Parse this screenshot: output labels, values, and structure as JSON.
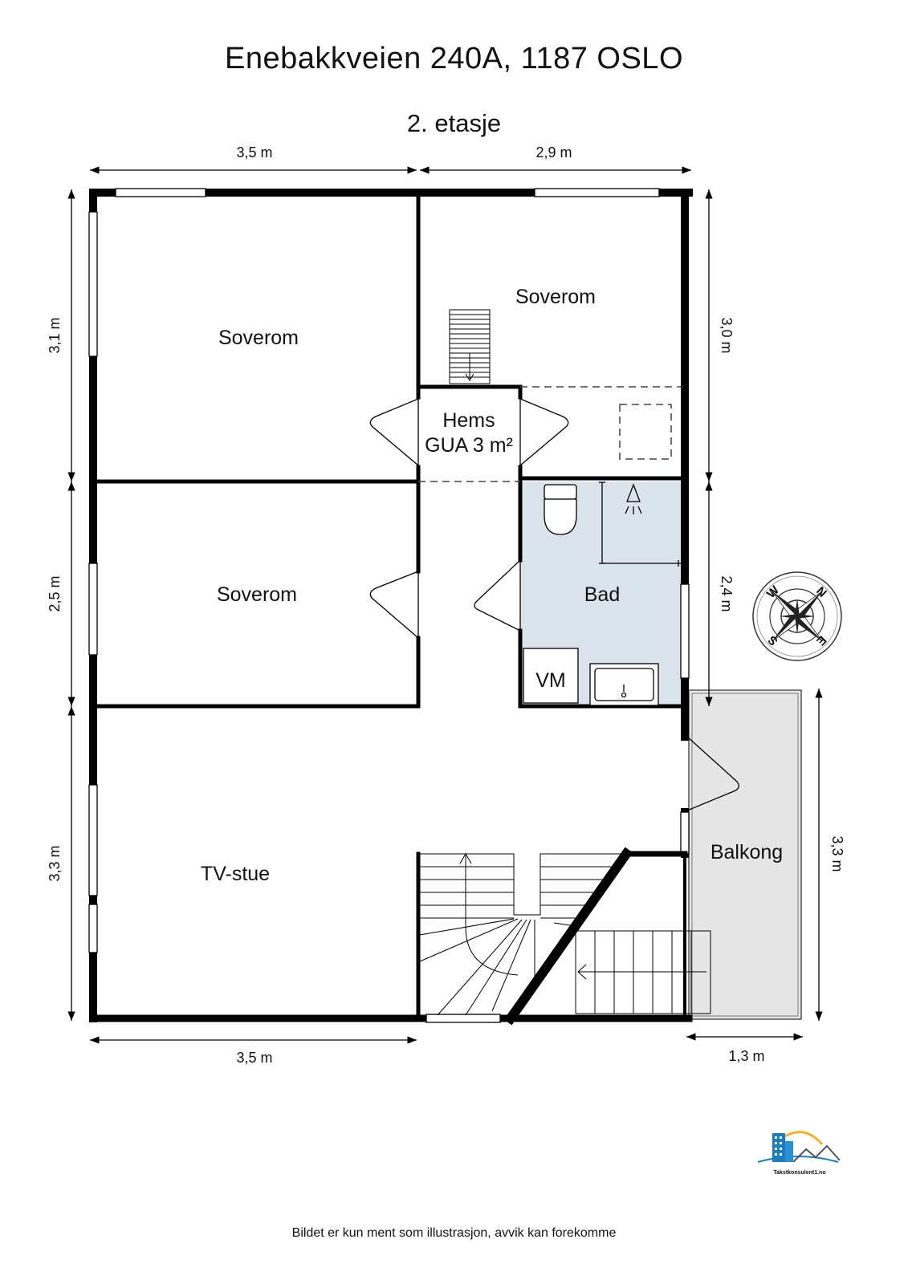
{
  "header": {
    "address": "Enebakkveien 240A, 1187 OSLO",
    "floor": "2. etasje"
  },
  "rooms": {
    "bedroom_top_left": "Soverom",
    "bedroom_top_right": "Soverom",
    "bedroom_middle": "Soverom",
    "loft_name": "Hems",
    "loft_area": "GUA 3 m²",
    "bathroom": "Bad",
    "washer": "VM",
    "tv_room": "TV-stue",
    "balcony": "Balkong"
  },
  "dimensions": {
    "top_left": "3,5 m",
    "top_right": "2,9 m",
    "left_top": "3,1 m",
    "left_middle": "2,5 m",
    "left_bottom": "3,3 m",
    "right_top": "3,0 m",
    "right_middle": "2,4 m",
    "balcony_height": "3,3 m",
    "bottom_left": "3,5 m",
    "balcony_width": "1,3 m"
  },
  "compass": {
    "n": "N",
    "e": "E",
    "s": "S",
    "w": "W"
  },
  "logo": {
    "text": "Takstkonsulent1.no",
    "accent": "#1a7fc1",
    "sun": "#f2b233"
  },
  "colors": {
    "wall": "#000000",
    "bathroom_fill": "#dbe3ec",
    "balcony_fill": "#e6e6e6"
  },
  "disclaimer": "Bildet er kun ment som illustrasjon, avvik kan forekomme"
}
